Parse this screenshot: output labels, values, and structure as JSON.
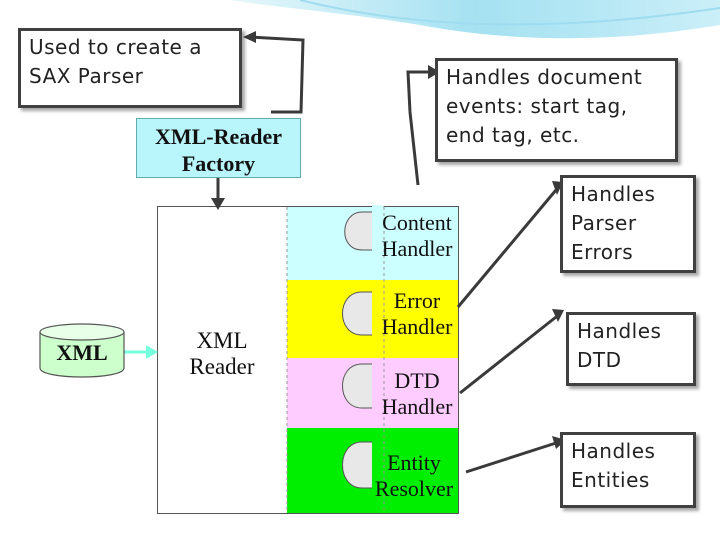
{
  "callouts": {
    "sax_parser": "Used to create a\nSAX Parser",
    "document_events": "Handles document\nevents: start tag,\nend tag, etc.",
    "parser_errors": "Handles\nParser\nErrors",
    "dtd": "Handles\nDTD",
    "entities": "Handles\nEntities"
  },
  "diagram": {
    "factory": "XML-Reader\nFactory",
    "reader": "XML\nReader",
    "xml_source": "XML",
    "handlers": [
      {
        "label": "Content\nHandler",
        "color": "#ccffff"
      },
      {
        "label": "Error\nHandler",
        "color": "#ffff00"
      },
      {
        "label": "DTD\nHandler",
        "color": "#ffccff"
      },
      {
        "label": "Entity\nResolver",
        "color": "#00ee00"
      }
    ]
  },
  "colors": {
    "arrow": "#3a3a3a",
    "factory_bg": "#b9f6fb",
    "xml_cylinder": "#ccffcc",
    "header_band": "#5bc9e6"
  }
}
